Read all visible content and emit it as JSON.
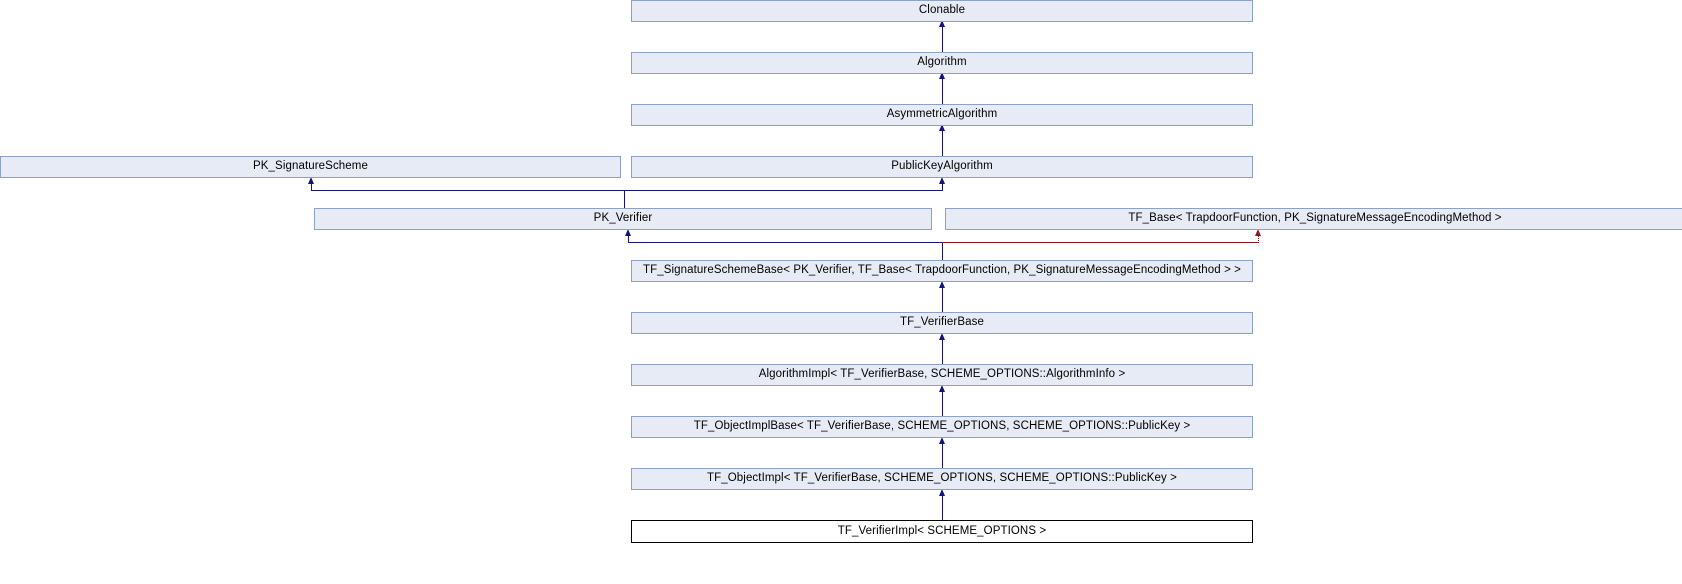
{
  "diagram": {
    "kind": "class-inheritance-graph",
    "title": "TF_VerifierImpl< SCHEME_OPTIONS > inheritance diagram",
    "colors": {
      "node_fill": "#e7ebf5",
      "node_border": "#8da0c9",
      "focus_fill": "#ffffff",
      "focus_border": "#000000",
      "inheritance_edge": "#14147a",
      "template_edge": "#8b1a1a",
      "background": "#ffffff"
    },
    "nodes": [
      {
        "id": "clonable",
        "label": "Clonable"
      },
      {
        "id": "algorithm",
        "label": "Algorithm"
      },
      {
        "id": "asymmetric_algorithm",
        "label": "AsymmetricAlgorithm"
      },
      {
        "id": "pk_signaturescheme",
        "label": "PK_SignatureScheme"
      },
      {
        "id": "publickeyalgorithm",
        "label": "PublicKeyAlgorithm"
      },
      {
        "id": "pk_verifier",
        "label": "PK_Verifier"
      },
      {
        "id": "tf_base",
        "label": "TF_Base< TrapdoorFunction, PK_SignatureMessageEncodingMethod >"
      },
      {
        "id": "tf_signatureschemebase",
        "label": "TF_SignatureSchemeBase< PK_Verifier, TF_Base< TrapdoorFunction, PK_SignatureMessageEncodingMethod > >"
      },
      {
        "id": "tf_verifierbase",
        "label": "TF_VerifierBase"
      },
      {
        "id": "algorithmimpl",
        "label": "AlgorithmImpl< TF_VerifierBase, SCHEME_OPTIONS::AlgorithmInfo >"
      },
      {
        "id": "tf_objectimplbase",
        "label": "TF_ObjectImplBase< TF_VerifierBase, SCHEME_OPTIONS, SCHEME_OPTIONS::PublicKey >"
      },
      {
        "id": "tf_objectimpl",
        "label": "TF_ObjectImpl< TF_VerifierBase, SCHEME_OPTIONS, SCHEME_OPTIONS::PublicKey >"
      },
      {
        "id": "tf_verifierimpl",
        "label": "TF_VerifierImpl< SCHEME_OPTIONS >"
      }
    ],
    "edges": [
      {
        "from": "algorithm",
        "to": "clonable",
        "type": "inheritance"
      },
      {
        "from": "asymmetric_algorithm",
        "to": "algorithm",
        "type": "inheritance"
      },
      {
        "from": "publickeyalgorithm",
        "to": "asymmetric_algorithm",
        "type": "inheritance"
      },
      {
        "from": "pk_verifier",
        "to": "pk_signaturescheme",
        "type": "inheritance"
      },
      {
        "from": "pk_verifier",
        "to": "publickeyalgorithm",
        "type": "inheritance"
      },
      {
        "from": "tf_signatureschemebase",
        "to": "pk_verifier",
        "type": "inheritance"
      },
      {
        "from": "tf_signatureschemebase",
        "to": "tf_base",
        "type": "template-instantiation"
      },
      {
        "from": "tf_verifierbase",
        "to": "tf_signatureschemebase",
        "type": "inheritance"
      },
      {
        "from": "algorithmimpl",
        "to": "tf_verifierbase",
        "type": "inheritance"
      },
      {
        "from": "tf_objectimplbase",
        "to": "algorithmimpl",
        "type": "inheritance"
      },
      {
        "from": "tf_objectimpl",
        "to": "tf_objectimplbase",
        "type": "inheritance"
      },
      {
        "from": "tf_verifierimpl",
        "to": "tf_objectimpl",
        "type": "inheritance"
      }
    ]
  }
}
